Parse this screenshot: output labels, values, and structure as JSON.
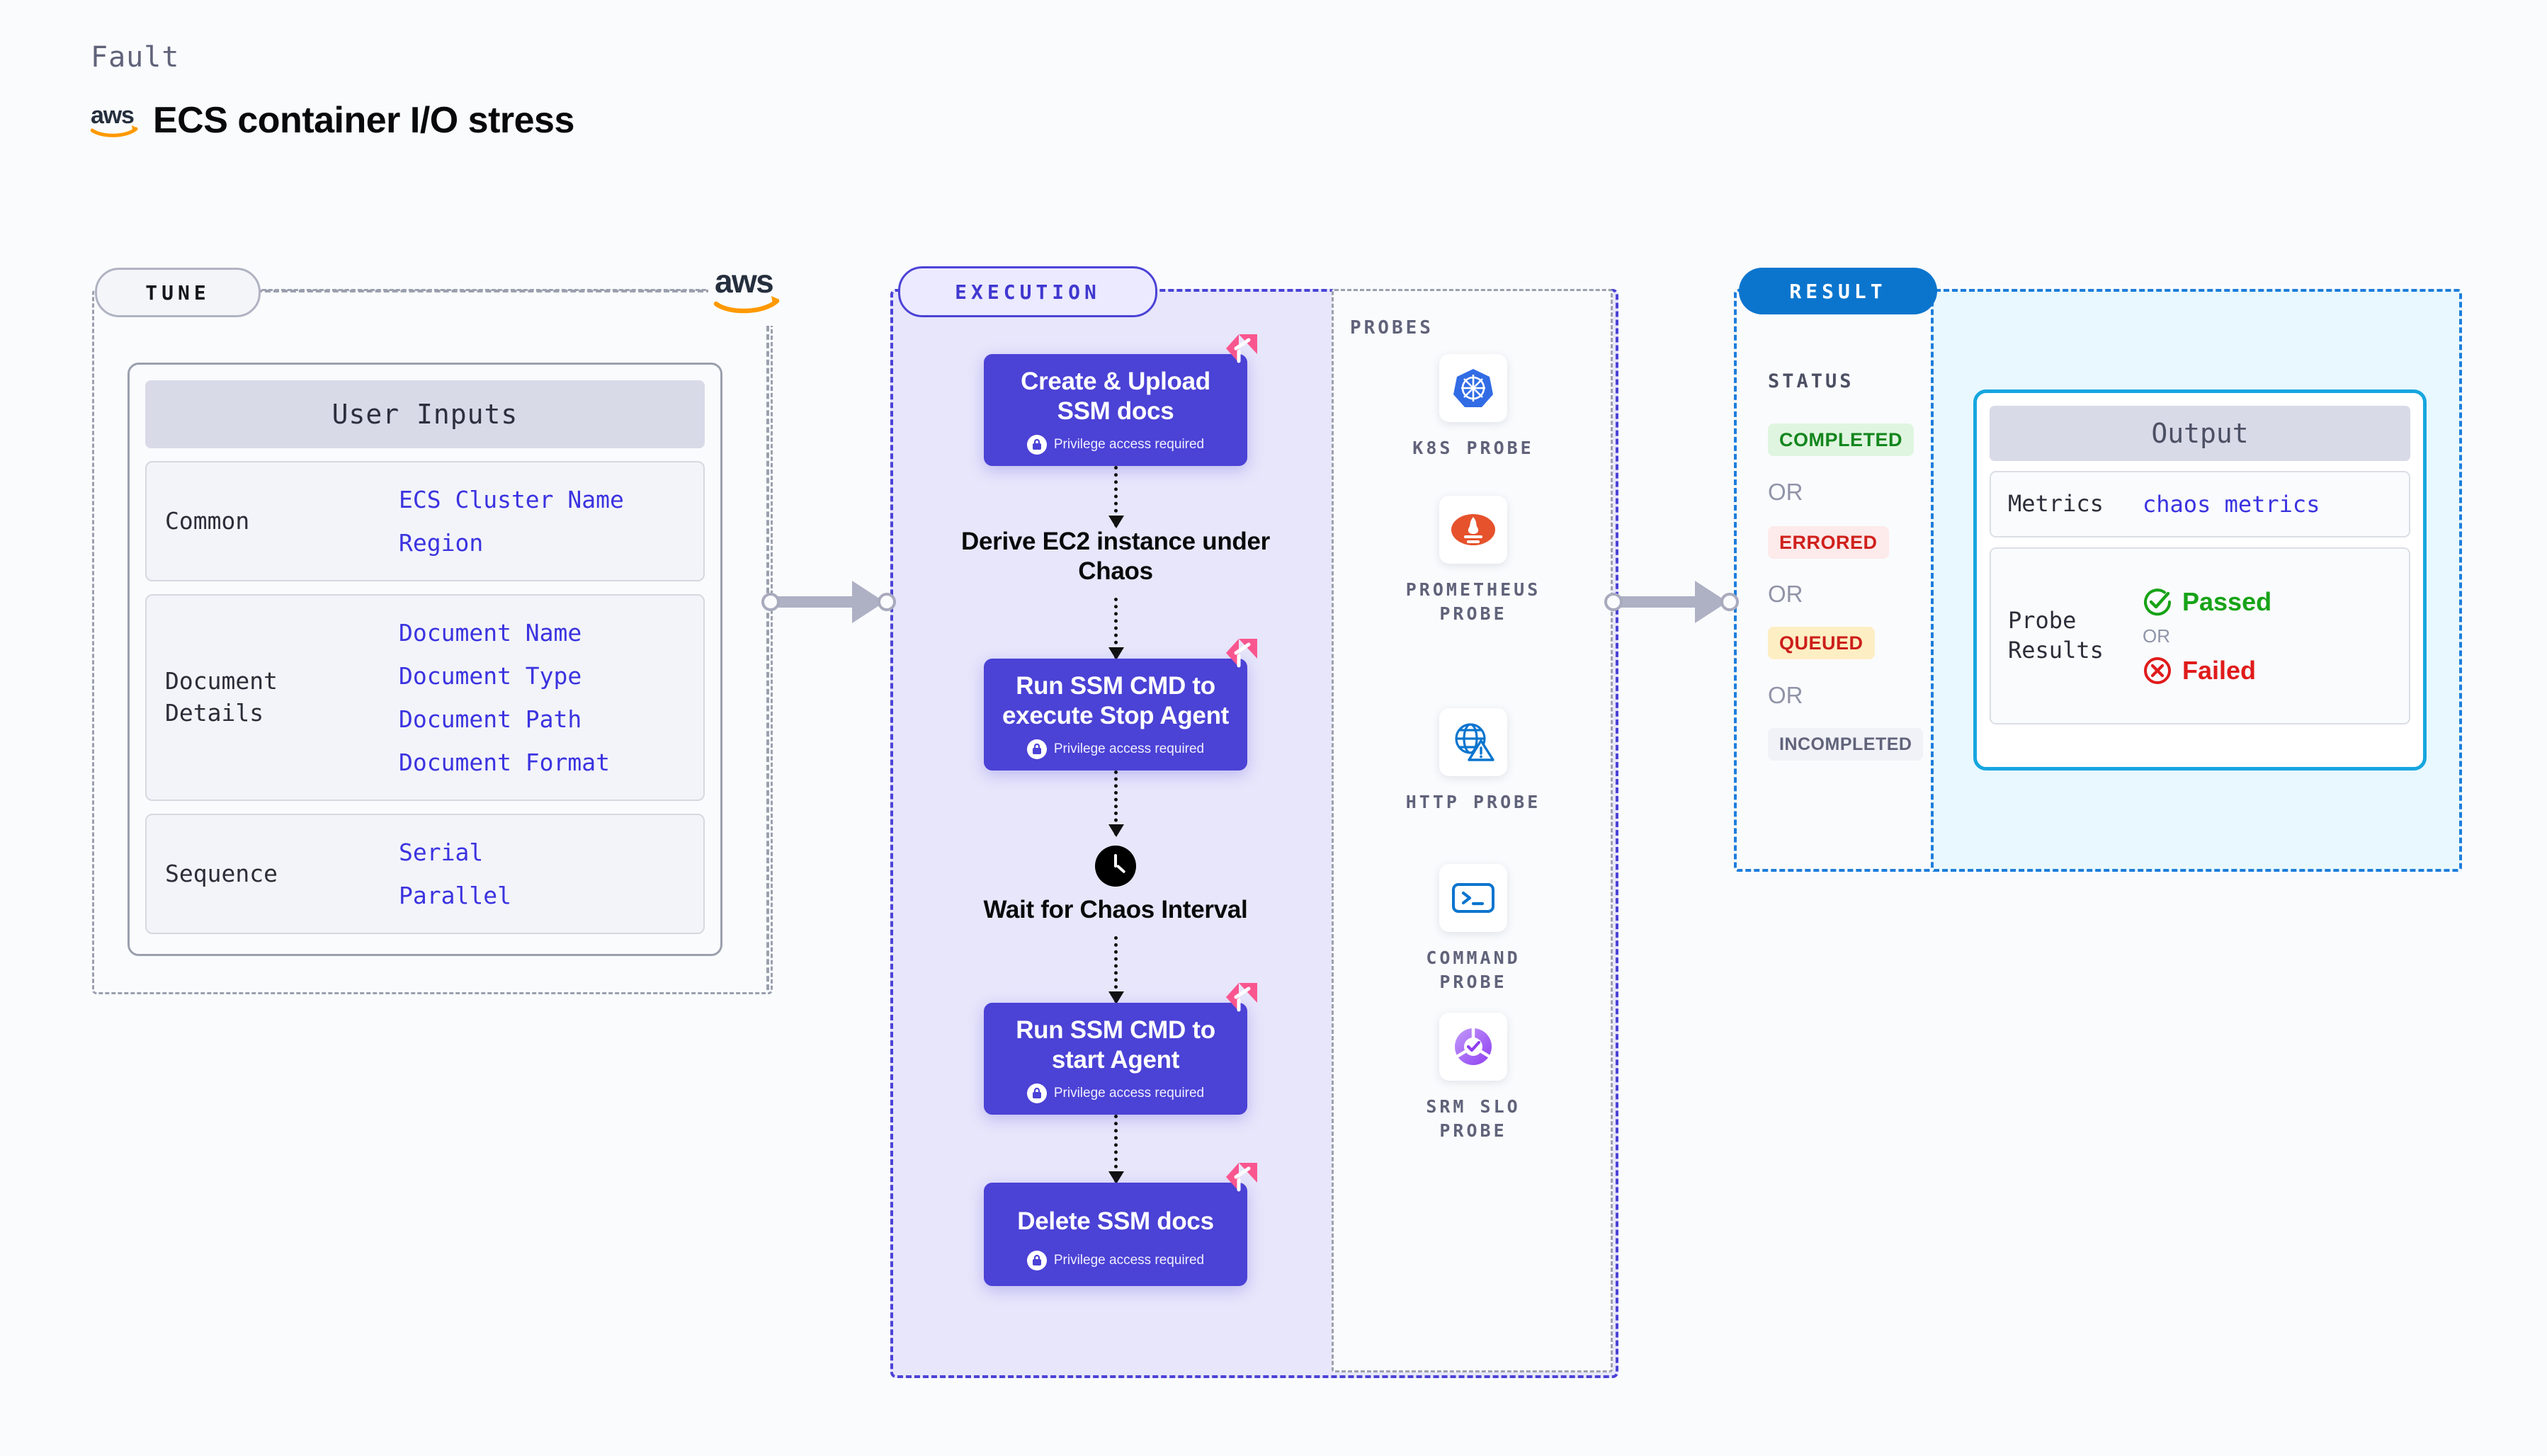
{
  "header": {
    "fault_label": "Fault",
    "title": "ECS container I/O stress",
    "logo": "aws-logo"
  },
  "tune": {
    "label": "TUNE",
    "logo": "aws-logo",
    "card_title": "User Inputs",
    "groups": [
      {
        "name": "Common",
        "values": [
          "ECS Cluster Name",
          "Region"
        ]
      },
      {
        "name": "Document\nDetails",
        "values": [
          "Document Name",
          "Document Type",
          "Document Path",
          "Document Format"
        ]
      },
      {
        "name": "Sequence",
        "values": [
          "Serial",
          "Parallel"
        ]
      }
    ]
  },
  "execution": {
    "label": "EXECUTION",
    "privilege_note": "Privilege access required",
    "steps": [
      {
        "type": "card",
        "title": "Create & Upload SSM docs",
        "privileged": true,
        "badge": "harness-flag-icon"
      },
      {
        "type": "plain",
        "title": "Derive EC2 instance under Chaos"
      },
      {
        "type": "card",
        "title": "Run SSM CMD to execute Stop Agent",
        "privileged": true,
        "badge": "harness-flag-icon"
      },
      {
        "type": "plain-clock",
        "title": "Wait for Chaos Interval"
      },
      {
        "type": "card",
        "title": "Run SSM CMD to start Agent",
        "privileged": true,
        "badge": "harness-flag-icon"
      },
      {
        "type": "card",
        "title": "Delete SSM docs",
        "privileged": true,
        "badge": "harness-flag-icon"
      }
    ]
  },
  "probes": {
    "title": "PROBES",
    "items": [
      {
        "label": "K8S  PROBE",
        "icon": "kubernetes-icon",
        "color": "#326ce5"
      },
      {
        "label": "PROMETHEUS\nPROBE",
        "icon": "prometheus-icon",
        "color": "#e6522c"
      },
      {
        "label": "HTTP  PROBE",
        "icon": "http-globe-warning-icon",
        "color": "#0b75ce"
      },
      {
        "label": "COMMAND\nPROBE",
        "icon": "command-terminal-icon",
        "color": "#0b75ce"
      },
      {
        "label": "SRM  SLO\nPROBE",
        "icon": "srm-slo-icon",
        "color": "#8f3ef0"
      }
    ]
  },
  "result": {
    "label": "RESULT",
    "status_title": "STATUS",
    "or_label": "OR",
    "statuses": [
      {
        "text": "COMPLETED",
        "bg": "#e0f5e0",
        "fg": "#13861e"
      },
      {
        "text": "ERRORED",
        "bg": "#fdeaea",
        "fg": "#d0211c"
      },
      {
        "text": "QUEUED",
        "bg": "#fdeec4",
        "fg": "#cc1f1a"
      },
      {
        "text": "INCOMPLETED",
        "bg": "#f1f2f7",
        "fg": "#60637a"
      }
    ]
  },
  "output": {
    "title": "Output",
    "rows": [
      {
        "key": "Metrics",
        "value": "chaos metrics"
      },
      {
        "key": "Probe\nResults",
        "passed": "Passed",
        "or_label": "OR",
        "failed": "Failed"
      }
    ],
    "passed_color": "#17a317",
    "failed_color": "#e01b1b"
  },
  "colors": {
    "accent_purple": "#4b42d6",
    "accent_blue": "#0b75ce",
    "page_bg": "#fafbfd"
  }
}
